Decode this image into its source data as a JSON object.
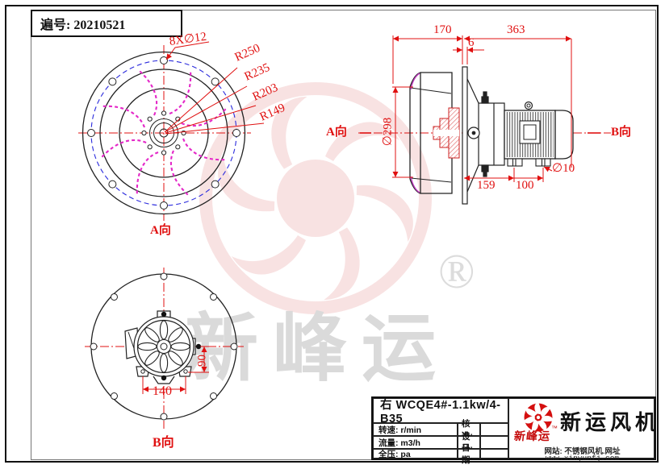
{
  "doc_number": "遍号: 20210521",
  "front_view": {
    "holes_label": "8X∅12",
    "radius_labels": [
      "R250",
      "R235",
      "R203",
      "R149"
    ],
    "view_label": "A向"
  },
  "side_view": {
    "dim_depth": "170",
    "dim_plate_thickness": "6",
    "dim_length": "363",
    "dim_inlet_diameter": "∅298",
    "dim_foot_to_plate": "159",
    "dim_foot_spacing": "100",
    "dim_foot_hole": "∅10",
    "view_a_label": "A向",
    "view_b_label": "B向"
  },
  "bottom_view": {
    "dim_foot_width": "140",
    "dim_foot_height": "90",
    "view_label": "B向"
  },
  "watermark": {
    "brand_text": "新峰运",
    "registered_mark": "®"
  },
  "title_block": {
    "model": "右  WCQE4#-1.1kw/4-B35",
    "specs": [
      {
        "label": "转速: r/min",
        "field": "核准:"
      },
      {
        "label": "流量: m3/h",
        "field": "设计:"
      },
      {
        "label": "全压: pa",
        "field": "日期:"
      }
    ],
    "brand_name": "新运风机",
    "logo_text": "新峰运",
    "trademark": "™",
    "website_label": "网站: 不锈钢风机.网址",
    "website_url": "www.xinyunfj.com"
  },
  "colors": {
    "dimension_red": "#e01010",
    "bolt_circle_blue": "#2b2bdd",
    "blade_magenta": "#e428c8",
    "line_black": "#222222",
    "brand_red": "#d40f0f",
    "watermark_pink": "#f2c6c6",
    "watermark_gray": "#dadada"
  }
}
